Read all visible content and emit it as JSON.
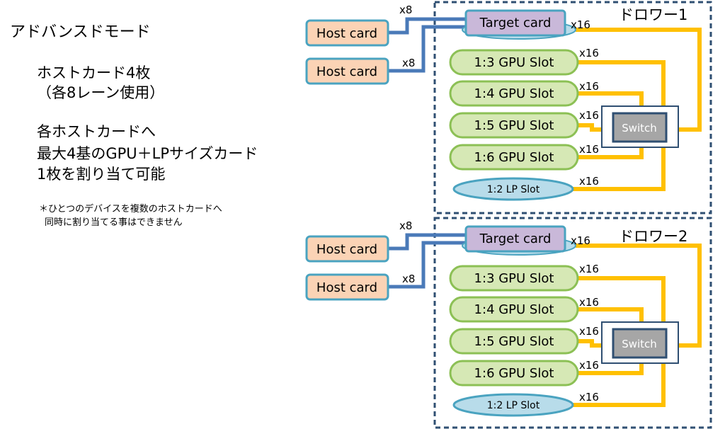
{
  "left_text": {
    "mode_title": "アドバンスドモード",
    "host_count_line1": "ホストカード4枚",
    "host_count_line2": "（各8レーン使用）",
    "assign_line1": "各ホストカードへ",
    "assign_line2": "最大4基のGPU＋LPサイズカード",
    "assign_line3": "1枚を割り当て可能",
    "note_line1": "＊ひとつのデバイスを複数のホストカードへ",
    "note_line2": "同時に割り当てる事はできません"
  },
  "drawers": [
    {
      "title": "ドロワー1",
      "host_cards": [
        "Host card",
        "Host card"
      ],
      "host_lane_labels": [
        "x8",
        "x8"
      ],
      "target_card": "Target card",
      "target_lane_label": "x16",
      "gpu_slots": [
        "1:3 GPU Slot",
        "1:4 GPU Slot",
        "1:5 GPU Slot",
        "1:6 GPU Slot"
      ],
      "gpu_lane_labels": [
        "x16",
        "x16",
        "x16",
        "x16"
      ],
      "lp_slot": "1:2 LP Slot",
      "lp_lane_label": "x16",
      "switch_label": "Switch"
    },
    {
      "title": "ドロワー2",
      "host_cards": [
        "Host card",
        "Host card"
      ],
      "host_lane_labels": [
        "x8",
        "x8"
      ],
      "target_card": "Target card",
      "target_lane_label": "x16",
      "gpu_slots": [
        "1:3 GPU Slot",
        "1:4 GPU Slot",
        "1:5 GPU Slot",
        "1:6 GPU Slot"
      ],
      "gpu_lane_labels": [
        "x16",
        "x16",
        "x16",
        "x16"
      ],
      "lp_slot": "1:2 LP Slot",
      "lp_lane_label": "x16",
      "switch_label": "Switch"
    }
  ],
  "colors": {
    "host_fill": "#fbd3b5",
    "host_stroke": "#4aa3c0",
    "target_fill": "#c9b8d9",
    "target_stroke": "#4aa3c0",
    "gpu_fill": "#d6e8b5",
    "gpu_stroke": "#8cc055",
    "lp_fill": "#b8dcea",
    "lp_stroke": "#4aa3c0",
    "switch_fill": "#a6a6a6",
    "switch_stroke": "#2f4f72",
    "yellow_link": "#ffc000",
    "blue_link": "#4a7ab8",
    "drawer_border": "#2f4f72"
  }
}
